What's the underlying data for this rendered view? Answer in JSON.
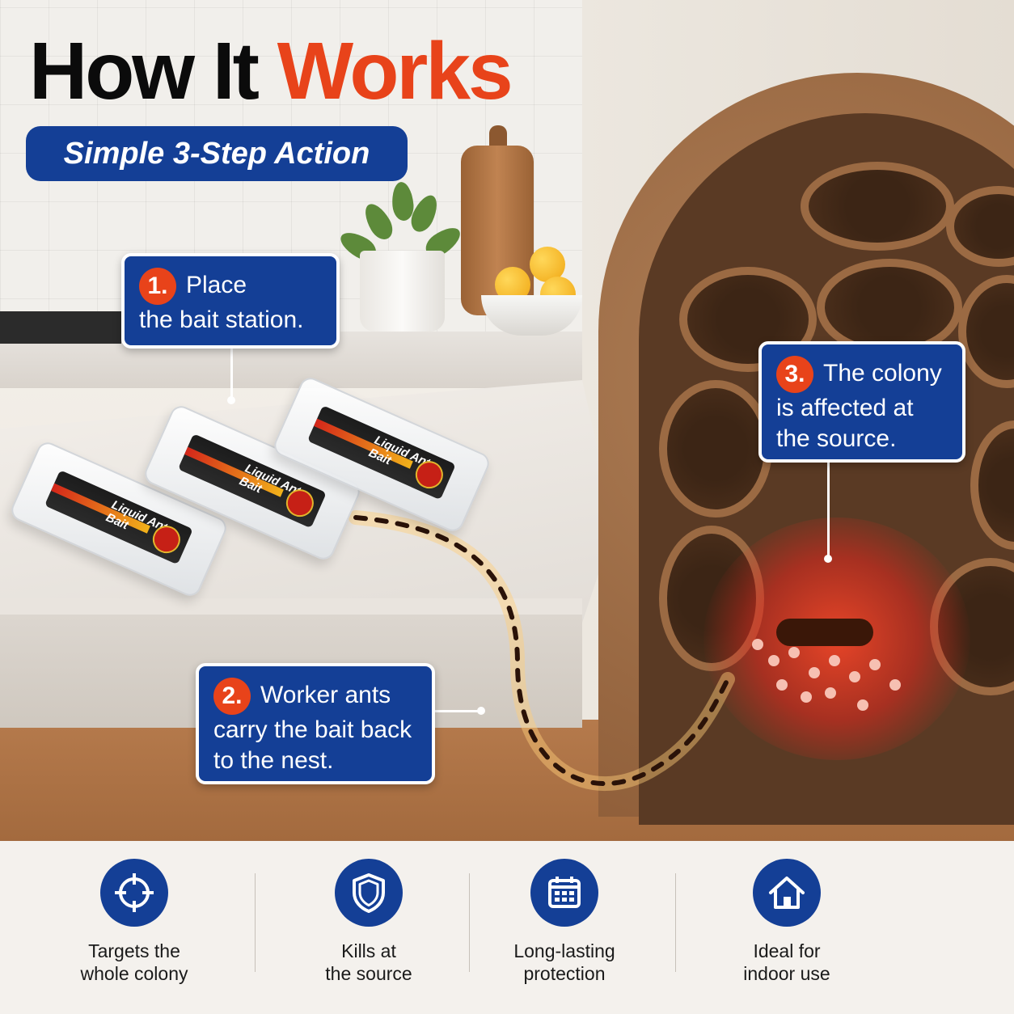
{
  "header": {
    "title_part1": "How It",
    "title_part2": "Works",
    "subtitle": "Simple 3-Step Action"
  },
  "product": {
    "label": "Liquid Ant Bait"
  },
  "steps": [
    {
      "number": "1.",
      "line1": "Place",
      "line2": "the bait station."
    },
    {
      "number": "2.",
      "line1": "Worker ants",
      "line2": "carry the bait back",
      "line3": "to the nest."
    },
    {
      "number": "3.",
      "line1": "The colony",
      "line2": "is affected at",
      "line3": "the source."
    }
  ],
  "features": [
    {
      "icon": "target-icon",
      "line1": "Targets the",
      "line2": "whole colony"
    },
    {
      "icon": "shield-icon",
      "line1": "Kills at",
      "line2": "the source"
    },
    {
      "icon": "calendar-icon",
      "line1": "Long-lasting",
      "line2": "protection"
    },
    {
      "icon": "house-icon",
      "line1": "Ideal for",
      "line2": "indoor use"
    }
  ],
  "colors": {
    "navy": "#143f96",
    "accent_orange": "#e8431a",
    "title_black": "#0b0b0b"
  }
}
